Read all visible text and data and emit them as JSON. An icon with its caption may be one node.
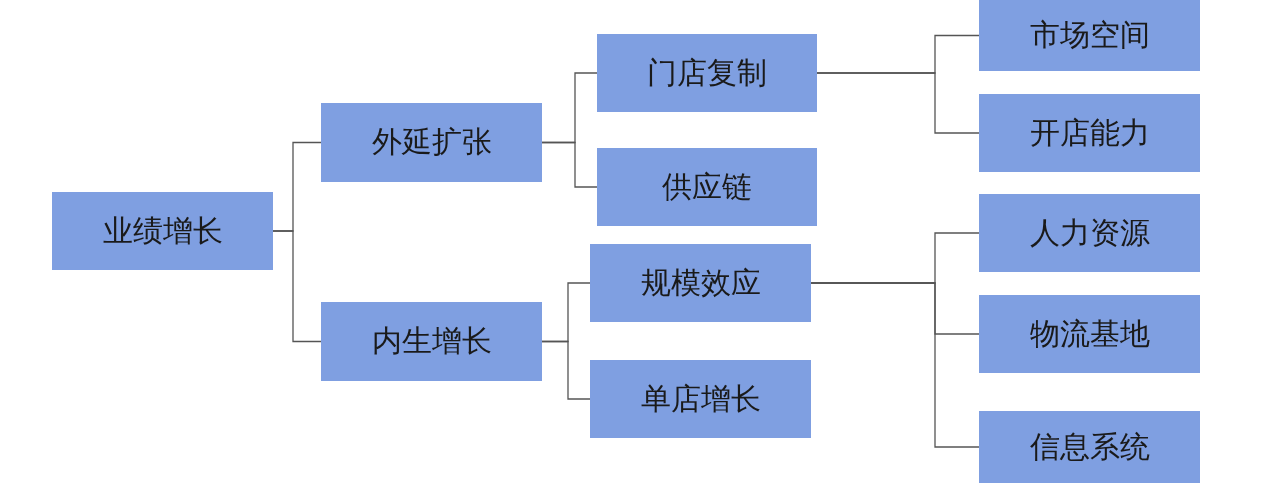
{
  "diagram": {
    "nodes": [
      {
        "text": [
          "业绩增长"
        ]
      },
      {
        "text": [
          "外延扩张"
        ]
      },
      {
        "text": [
          "内生增长"
        ]
      },
      {
        "text": [
          "门店复制"
        ]
      },
      {
        "text": [
          "供应链"
        ]
      },
      {
        "text": [
          "规模效应"
        ]
      },
      {
        "text": [
          "单店增长"
        ]
      },
      {
        "text": [
          "市场空间"
        ]
      },
      {
        "text": [
          "开店能力"
        ]
      },
      {
        "text": [
          "人力资源"
        ]
      },
      {
        "text": [
          "物流基地"
        ]
      },
      {
        "text": [
          "信息系统"
        ]
      }
    ],
    "edges": [
      {
        "from": 0,
        "to": 1,
        "arrow": "none"
      },
      {
        "from": 0,
        "to": 2,
        "arrow": "none"
      },
      {
        "from": 1,
        "to": 3,
        "arrow": "none"
      },
      {
        "from": 1,
        "to": 4,
        "arrow": "none"
      },
      {
        "from": 2,
        "to": 5,
        "arrow": "none"
      },
      {
        "from": 2,
        "to": 6,
        "arrow": "none"
      },
      {
        "from": 3,
        "to": 7,
        "arrow": "none"
      },
      {
        "from": 3,
        "to": 8,
        "arrow": "none"
      },
      {
        "from": 5,
        "to": 9,
        "arrow": "none"
      },
      {
        "from": 5,
        "to": 10,
        "arrow": "none"
      },
      {
        "from": 5,
        "to": 11,
        "arrow": "none"
      }
    ]
  }
}
